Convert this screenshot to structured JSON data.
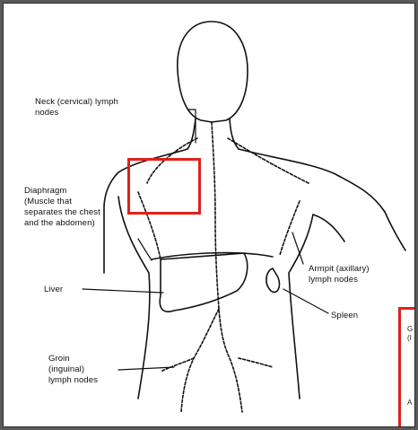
{
  "diagram": {
    "labels": {
      "neck": "Neck (cervical) lymph\nnodes",
      "diaphragm": "Diaphragm\n(Muscle that\nseparates the chest\nand the abdomen)",
      "liver": "Liver",
      "armpit": "Armpit (axillary)\nlymph nodes",
      "spleen": "Spleen",
      "groin": "Groin\n(inguinal)\nlymph nodes"
    },
    "cropped_panel": {
      "line1": "G",
      "line2": "(I",
      "line3": "A"
    },
    "colors": {
      "highlight": "#e0201c",
      "line_art": "#111111",
      "background": "#ffffff",
      "outer_border": "#5a5a5a"
    }
  }
}
